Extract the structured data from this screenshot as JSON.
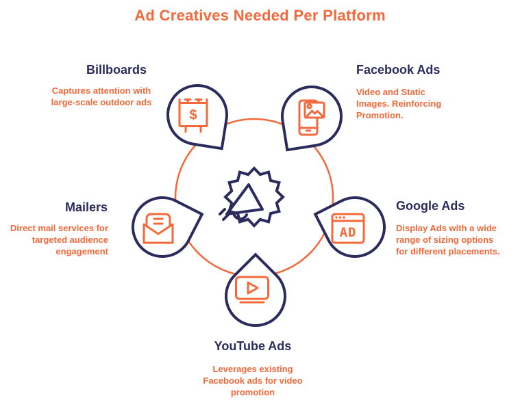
{
  "title": "Ad Creatives Needed Per Platform",
  "colors": {
    "orange": "#F2693B",
    "navy": "#2B2B5E",
    "background": "#FFFFFF"
  },
  "center": {
    "icon": "megaphone-starburst-icon"
  },
  "nodes": [
    {
      "id": "billboards",
      "label": "Billboards",
      "description": "Captures attention with\nlarge-scale outdoor ads",
      "icon": "billboard-dollar-icon"
    },
    {
      "id": "facebook-ads",
      "label": "Facebook Ads",
      "description": "Video and Static\nImages. Reinforcing\nPromotion.",
      "icon": "smartphone-photo-icon"
    },
    {
      "id": "mailers",
      "label": "Mailers",
      "description": "Direct mail services for\ntargeted audience\nengagement",
      "icon": "envelope-letter-icon"
    },
    {
      "id": "google-ads",
      "label": "Google Ads",
      "description": "Display Ads with a wide\nrange of sizing options\nfor different placements.",
      "icon": "browser-ad-icon"
    },
    {
      "id": "youtube-ads",
      "label": "YouTube Ads",
      "description": "Leverages existing\nFacebook ads for video\npromotion",
      "icon": "tv-play-icon"
    }
  ],
  "icon_glyphs": {
    "billboard_currency": "$",
    "google_ad_text": "AD"
  }
}
